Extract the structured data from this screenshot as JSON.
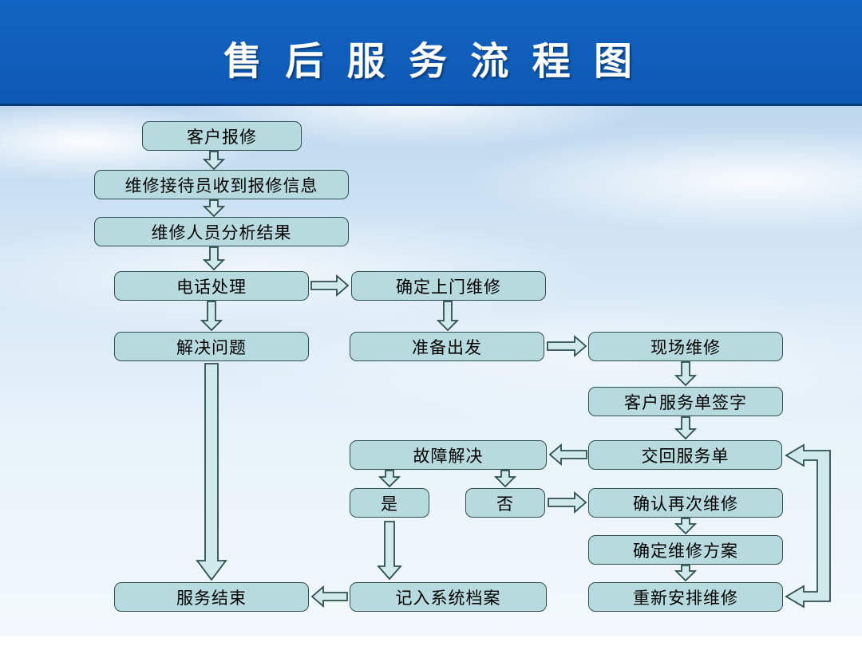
{
  "title": "售 后 服 务 流 程 图",
  "colors": {
    "header_bg": "#1264c2",
    "header_border": "#0a3c7c",
    "title_color": "#ffffff",
    "box_fill": "#b6dade",
    "box_border": "#2f4f4f",
    "arrow_fill": "#cfe9ed"
  },
  "nodes": {
    "customer_report": {
      "label": "客户报修"
    },
    "receive_info": {
      "label": "维修接待员收到报修信息"
    },
    "analyze_result": {
      "label": "维修人员分析结果"
    },
    "phone_handle": {
      "label": "电话处理"
    },
    "onsite_confirm": {
      "label": "确定上门维修"
    },
    "solve_problem": {
      "label": "解决问题"
    },
    "prepare_depart": {
      "label": "准备出发"
    },
    "onsite_repair": {
      "label": "现场维修"
    },
    "customer_sign": {
      "label": "客户服务单签字"
    },
    "fault_resolved": {
      "label": "故障解决"
    },
    "return_form": {
      "label": "交回服务单"
    },
    "yes": {
      "label": "是"
    },
    "no": {
      "label": "否"
    },
    "confirm_again": {
      "label": "确认再次维修"
    },
    "repair_plan": {
      "label": "确定维修方案"
    },
    "service_end": {
      "label": "服务结束"
    },
    "record_file": {
      "label": "记入系统档案"
    },
    "reschedule": {
      "label": "重新安排维修"
    }
  }
}
